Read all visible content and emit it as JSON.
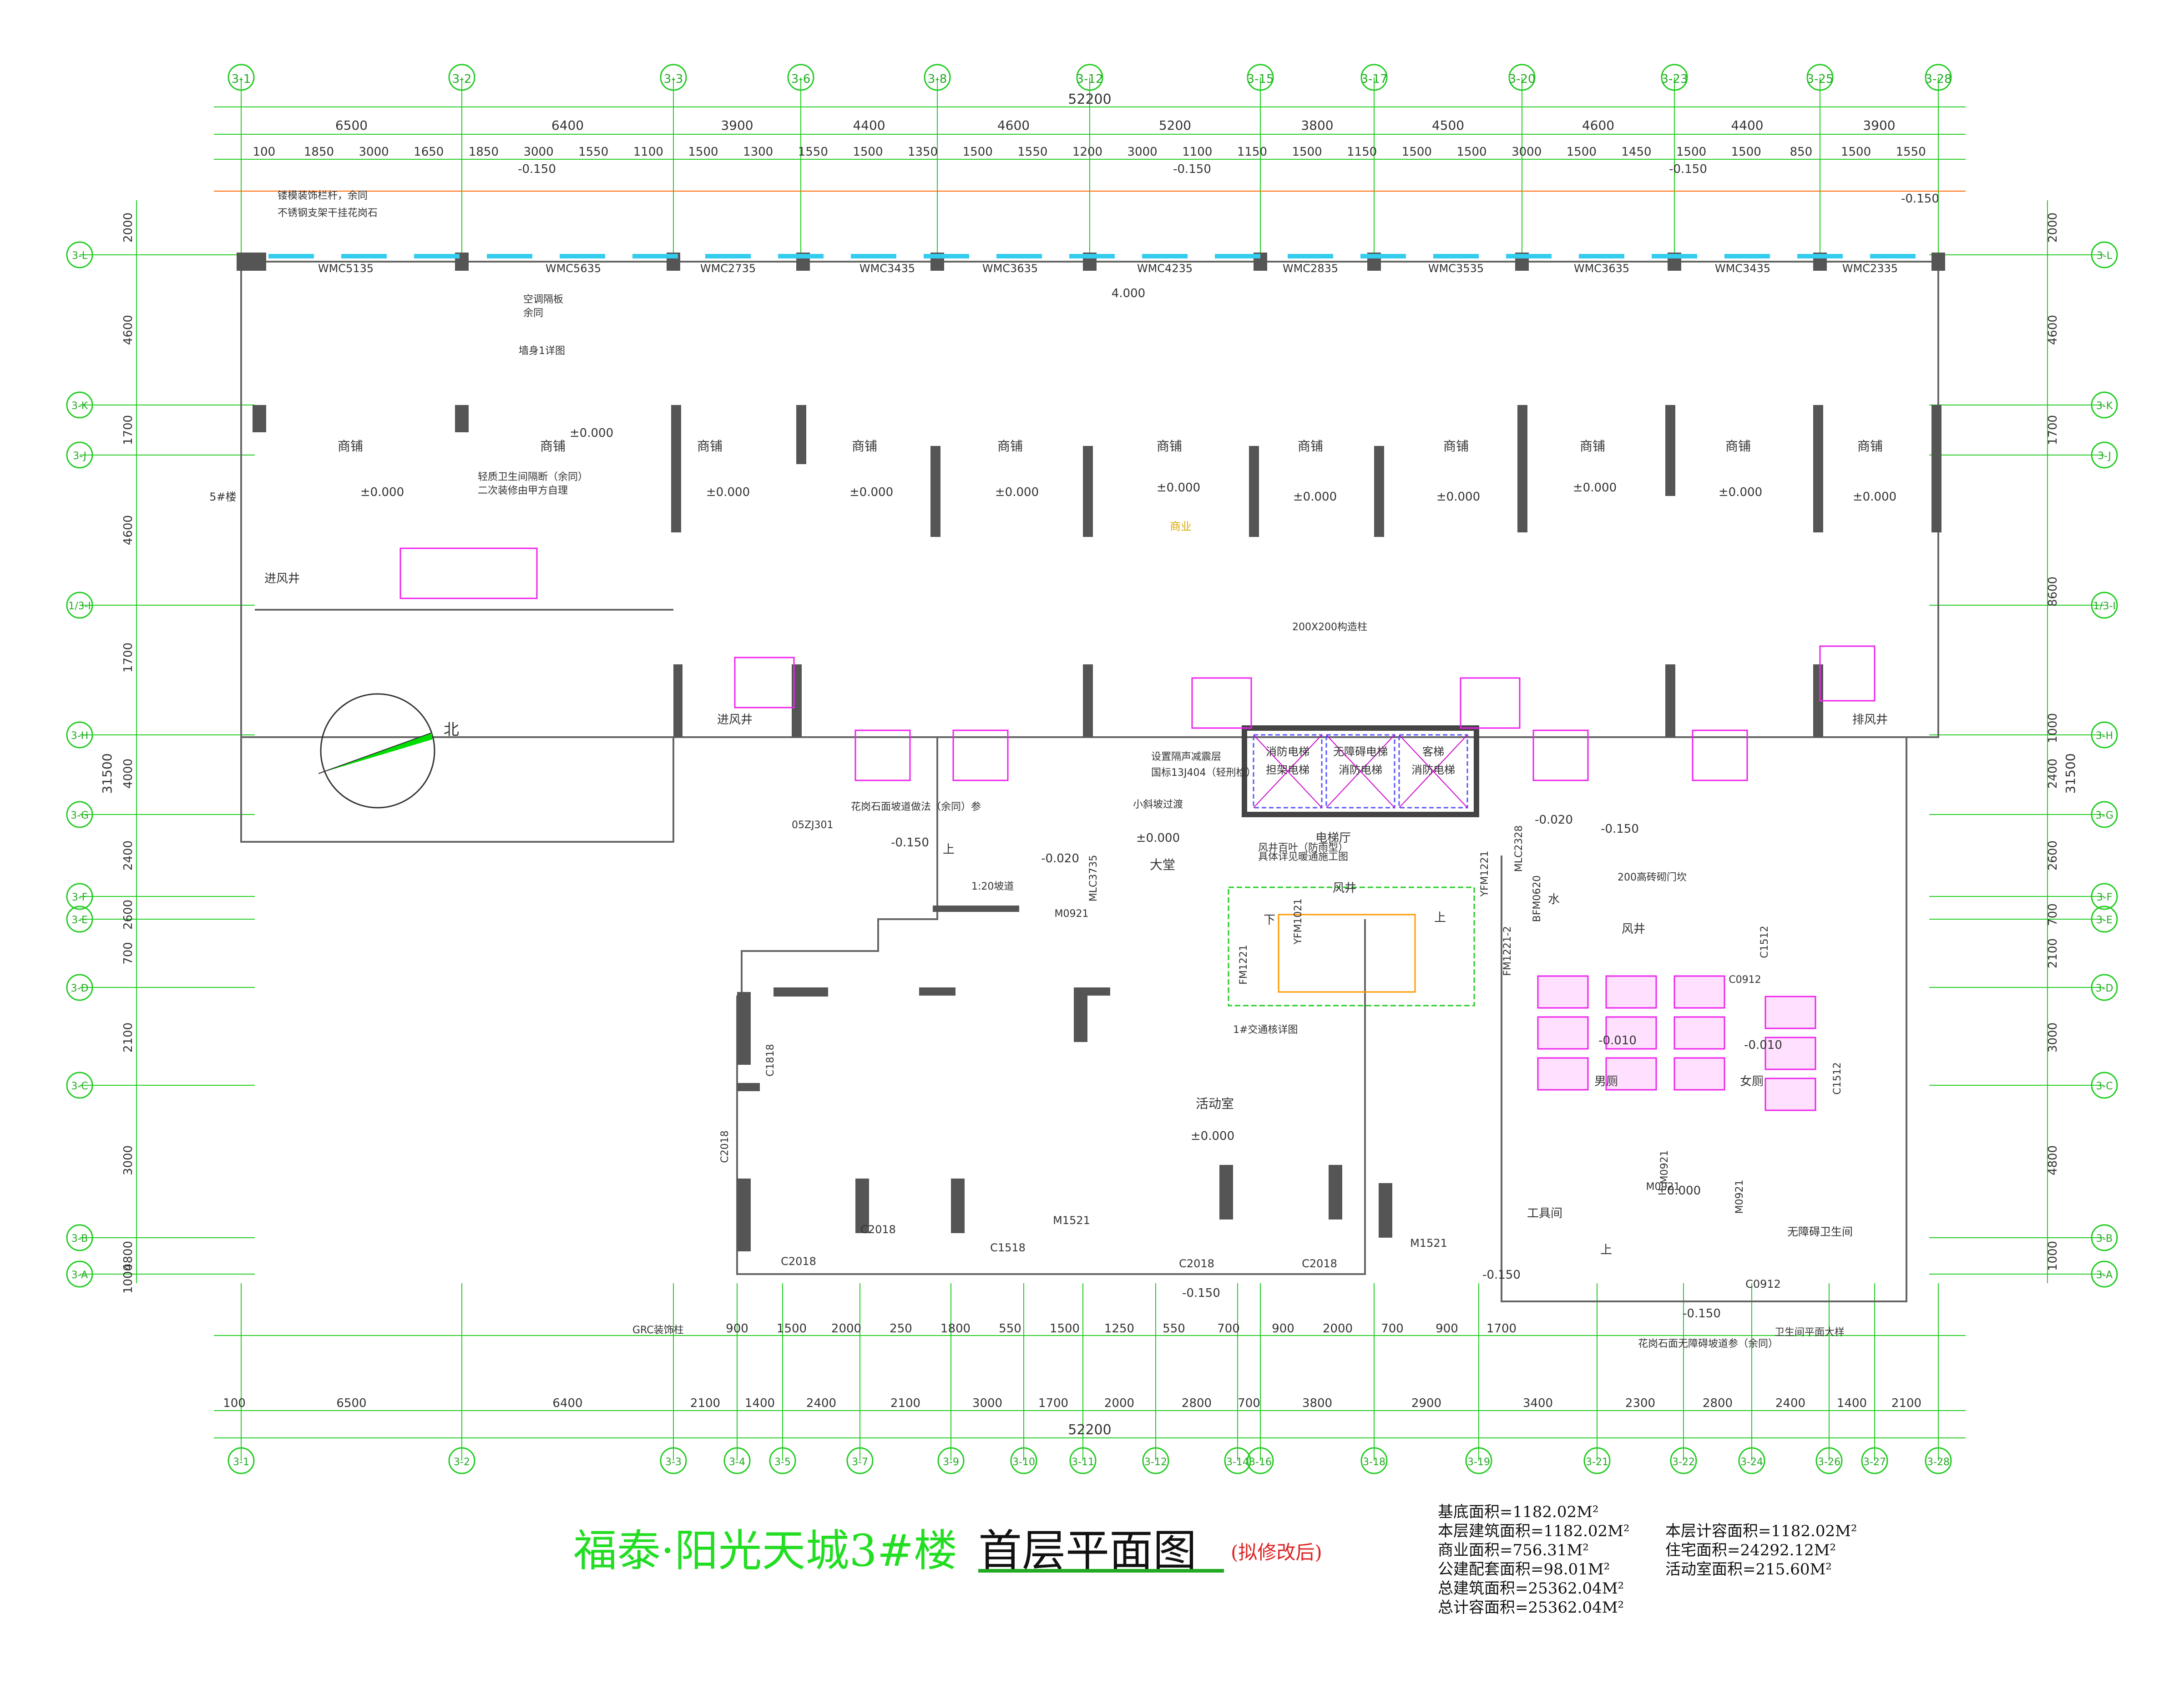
{
  "title": {
    "project": "福泰·阳光天城3#楼",
    "drawing": "首层平面图",
    "note": "(拟修改后)"
  },
  "areas": [
    "基底面积=1182.02M²",
    "本层建筑面积=1182.02M²",
    "本层计容面积=1182.02M²",
    "商业面积=756.31M²",
    "住宅面积=24292.12M²",
    "公建配套面积=98.01M²",
    "活动室面积=215.60M²",
    "总建筑面积=25362.04M²",
    "总计容面积=25362.04M²"
  ],
  "grid_cols_top": [
    "3-1",
    "3-2",
    "3-3",
    "3-6",
    "3-8",
    "3-12",
    "3-15",
    "3-17",
    "3-20",
    "3-23",
    "3-25",
    "3-28"
  ],
  "grid_cols_bottom": [
    "3-1",
    "3-2",
    "3-3",
    "3-4",
    "3-5",
    "3-7",
    "3-9",
    "3-10",
    "3-11",
    "3-12",
    "3-14",
    "3-16",
    "3-18",
    "3-19",
    "3-21",
    "3-22",
    "3-24",
    "3-26",
    "3-27",
    "3-28"
  ],
  "grid_rows": [
    "3-L",
    "3-K",
    "3-J",
    "1/3-I",
    "3-H",
    "3-G",
    "3-F",
    "3-E",
    "3-D",
    "3-C",
    "3-B",
    "3-A"
  ],
  "dims": {
    "total": "52200",
    "top_row1": [
      "6500",
      "6400",
      "3900",
      "4400",
      "4600",
      "5200",
      "3800",
      "4500",
      "4600",
      "4400",
      "3900"
    ],
    "top_row2": [
      "100",
      "1850",
      "3000",
      "1650",
      "1850",
      "3000",
      "1550",
      "1100",
      "1500",
      "1300",
      "1550",
      "1500",
      "1350",
      "1500",
      "1550",
      "1200",
      "3000",
      "1100",
      "1150",
      "1500",
      "1150",
      "1500",
      "1500",
      "3000",
      "1500",
      "1450",
      "1500",
      "1500",
      "850",
      "1500",
      "1550"
    ],
    "bottom_row1": [
      "900",
      "1500",
      "2000",
      "250",
      "1800",
      "550",
      "1500",
      "1250",
      "550",
      "700",
      "900",
      "2000",
      "700",
      "900",
      "1700"
    ],
    "bottom_row2": [
      "100",
      "6500",
      "6400",
      "2100",
      "1400",
      "2400",
      "2100",
      "3000",
      "1700",
      "2000",
      "2800",
      "700",
      "3800",
      "2900",
      "3400",
      "2300",
      "2800",
      "2400",
      "1400",
      "2100"
    ],
    "left": [
      "2000",
      "4600",
      "1700",
      "4600",
      "1700",
      "4000",
      "2400",
      "2600",
      "700",
      "2100",
      "3000",
      "4800",
      "1000"
    ],
    "left_total": "31500",
    "right": [
      "2000",
      "4600",
      "1700",
      "8600",
      "1000",
      "2400",
      "2600",
      "700",
      "2100",
      "3000",
      "4800",
      "1000"
    ],
    "right_total": "31500"
  },
  "rooms": {
    "shop": "商铺",
    "commerce": "商业",
    "lobby": "大堂",
    "activity": "活动室",
    "male_wc": "男厕",
    "female_wc": "女厕",
    "tool_room": "工具间",
    "access_wc": "无障碍卫生间",
    "elevator_hall": "电梯厅",
    "air_shaft": "风井",
    "water": "水",
    "fan_shaft_in": "进风井",
    "fan_shaft_out": "排风井",
    "building5": "5#楼",
    "elevator_fire": "消防电梯",
    "elevator_stretcher": "担架电梯",
    "elevator_barrierfree": "无障碍电梯",
    "elevator_fire2": "消防电梯",
    "elevator_passenger": "客梯",
    "elevator_fire3": "消防电梯",
    "up": "上",
    "down": "下",
    "north": "北"
  },
  "elevations": {
    "zero": "±0.000",
    "minus150": "-0.150",
    "minus20": "-0.020",
    "minus10": "-0.010",
    "plus4": "4.000"
  },
  "windows_top": [
    "WMC5135",
    "WMC5635",
    "WMC2735",
    "WMC3435",
    "WMC3635",
    "WMC4235",
    "WMC2835",
    "WMC3535",
    "WMC3635",
    "WMC3435",
    "WMC2335"
  ],
  "windows_bottom": [
    "C2018",
    "C2018",
    "C1518",
    "M1521",
    "C2018",
    "C2018",
    "M1521",
    "C0912"
  ],
  "door_tags": [
    "M0921",
    "M0921",
    "M0921",
    "M0921",
    "MLC3735",
    "MLC2328",
    "FM1221",
    "FM1221-2",
    "YFM1021",
    "YFM1221",
    "BFM0620",
    "C1818",
    "C2018",
    "C1512",
    "C0912",
    "C1512"
  ],
  "notes": [
    "花岗石面坡道做法（余同）参",
    "05ZJ301",
    "轻质卫生间隔断（余同）",
    "二次装修由甲方自理",
    "空调隔板",
    "余同",
    "墙身1详图",
    "镂模装饰栏杆，余同",
    "不锈钢支架干挂花岗石",
    "设置隔声减震层",
    "国标13J404（轻刑检）",
    "200X200构造柱",
    "小斜坡过渡",
    "1:20坡道",
    "1#交通核详图",
    "GRC装饰柱",
    "卫生间平面大样",
    "200高砖砌门坎",
    "花岗石面无障碍坡道参（余同）",
    "风井百叶（防雨型）",
    "具体详见暖通施工图"
  ]
}
